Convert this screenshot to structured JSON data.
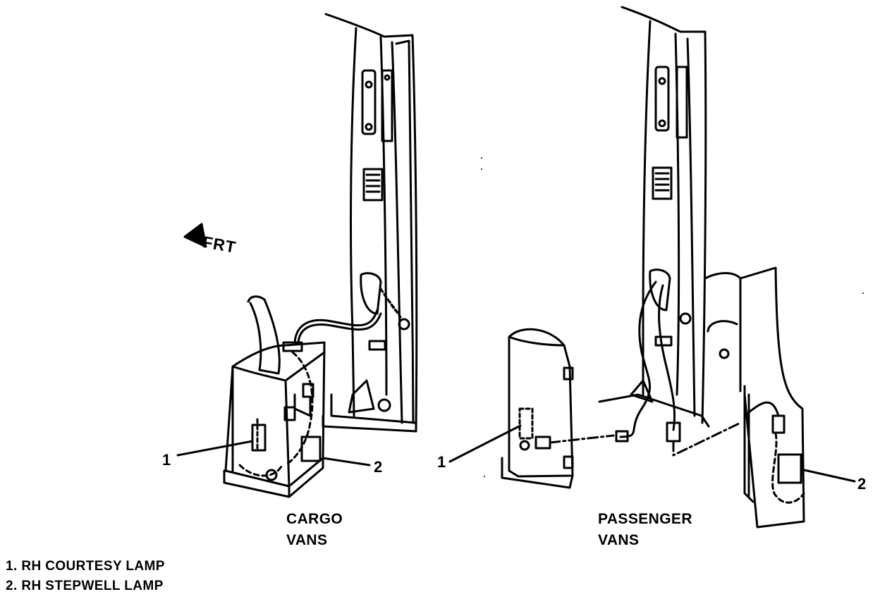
{
  "diagram": {
    "direction_label": "FRT",
    "left_view": {
      "caption_line1": "CARGO",
      "caption_line2": "VANS",
      "callout_1": "1",
      "callout_2": "2"
    },
    "right_view": {
      "caption_line1": "PASSENGER",
      "caption_line2": "VANS",
      "callout_1": "1",
      "callout_2": "2"
    },
    "legend": [
      "1.  RH COURTESY LAMP",
      "2.  RH STEPWELL LAMP"
    ]
  }
}
